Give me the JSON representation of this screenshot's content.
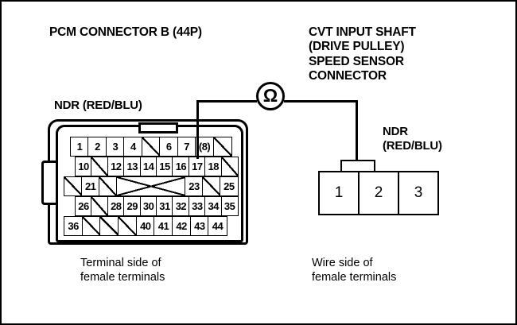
{
  "diagram": {
    "title_left": "PCM CONNECTOR B (44P)",
    "title_right": "CVT INPUT SHAFT\n(DRIVE PULLEY)\nSPEED SENSOR\nCONNECTOR",
    "wire_label_left": "NDR (RED/BLU)",
    "wire_label_right": "NDR\n(RED/BLU)",
    "caption_left": "Terminal side of\nfemale terminals",
    "caption_right": "Wire side of\nfemale terminals",
    "meter": {
      "symbol": "Ω",
      "name": "ohmmeter"
    },
    "colors": {
      "line": "#000000",
      "background": "#ffffff"
    }
  },
  "pcm_connector": {
    "name": "PCM CONNECTOR B",
    "pin_count": "44P",
    "probed_pin": "(8)",
    "rows": [
      {
        "row": 1,
        "cells": [
          {
            "label": "1",
            "type": "pin"
          },
          {
            "label": "2",
            "type": "pin"
          },
          {
            "label": "3",
            "type": "pin"
          },
          {
            "label": "4",
            "type": "pin"
          },
          {
            "label": "",
            "type": "slash"
          },
          {
            "label": "6",
            "type": "pin"
          },
          {
            "label": "7",
            "type": "pin"
          },
          {
            "label": "(8)",
            "type": "pin"
          },
          {
            "label": "",
            "type": "slash"
          }
        ]
      },
      {
        "row": 2,
        "cells": [
          {
            "label": "10",
            "type": "pin"
          },
          {
            "label": "",
            "type": "slash"
          },
          {
            "label": "12",
            "type": "pin"
          },
          {
            "label": "13",
            "type": "pin"
          },
          {
            "label": "14",
            "type": "pin"
          },
          {
            "label": "15",
            "type": "pin"
          },
          {
            "label": "16",
            "type": "pin"
          },
          {
            "label": "17",
            "type": "pin"
          },
          {
            "label": "18",
            "type": "pin"
          },
          {
            "label": "",
            "type": "slash"
          }
        ]
      },
      {
        "row": 3,
        "cells": [
          {
            "label": "",
            "type": "slash"
          },
          {
            "label": "21",
            "type": "pin"
          },
          {
            "label": "",
            "type": "slash"
          },
          {
            "label": "",
            "type": "cross"
          },
          {
            "label": "23",
            "type": "pin"
          },
          {
            "label": "",
            "type": "slash"
          },
          {
            "label": "25",
            "type": "pin"
          }
        ]
      },
      {
        "row": 4,
        "cells": [
          {
            "label": "26",
            "type": "pin"
          },
          {
            "label": "",
            "type": "slash"
          },
          {
            "label": "28",
            "type": "pin"
          },
          {
            "label": "29",
            "type": "pin"
          },
          {
            "label": "30",
            "type": "pin"
          },
          {
            "label": "31",
            "type": "pin"
          },
          {
            "label": "32",
            "type": "pin"
          },
          {
            "label": "33",
            "type": "pin"
          },
          {
            "label": "34",
            "type": "pin"
          },
          {
            "label": "35",
            "type": "pin"
          }
        ]
      },
      {
        "row": 5,
        "cells": [
          {
            "label": "36",
            "type": "pin"
          },
          {
            "label": "",
            "type": "slash"
          },
          {
            "label": "",
            "type": "slash"
          },
          {
            "label": "",
            "type": "slash"
          },
          {
            "label": "40",
            "type": "pin"
          },
          {
            "label": "41",
            "type": "pin"
          },
          {
            "label": "42",
            "type": "pin"
          },
          {
            "label": "43",
            "type": "pin"
          },
          {
            "label": "44",
            "type": "pin"
          }
        ]
      }
    ]
  },
  "sensor_connector": {
    "name": "CVT INPUT SHAFT (DRIVE PULLEY) SPEED SENSOR CONNECTOR",
    "probed_pin": "2",
    "pins": [
      {
        "label": "1"
      },
      {
        "label": "2"
      },
      {
        "label": "3"
      }
    ]
  }
}
